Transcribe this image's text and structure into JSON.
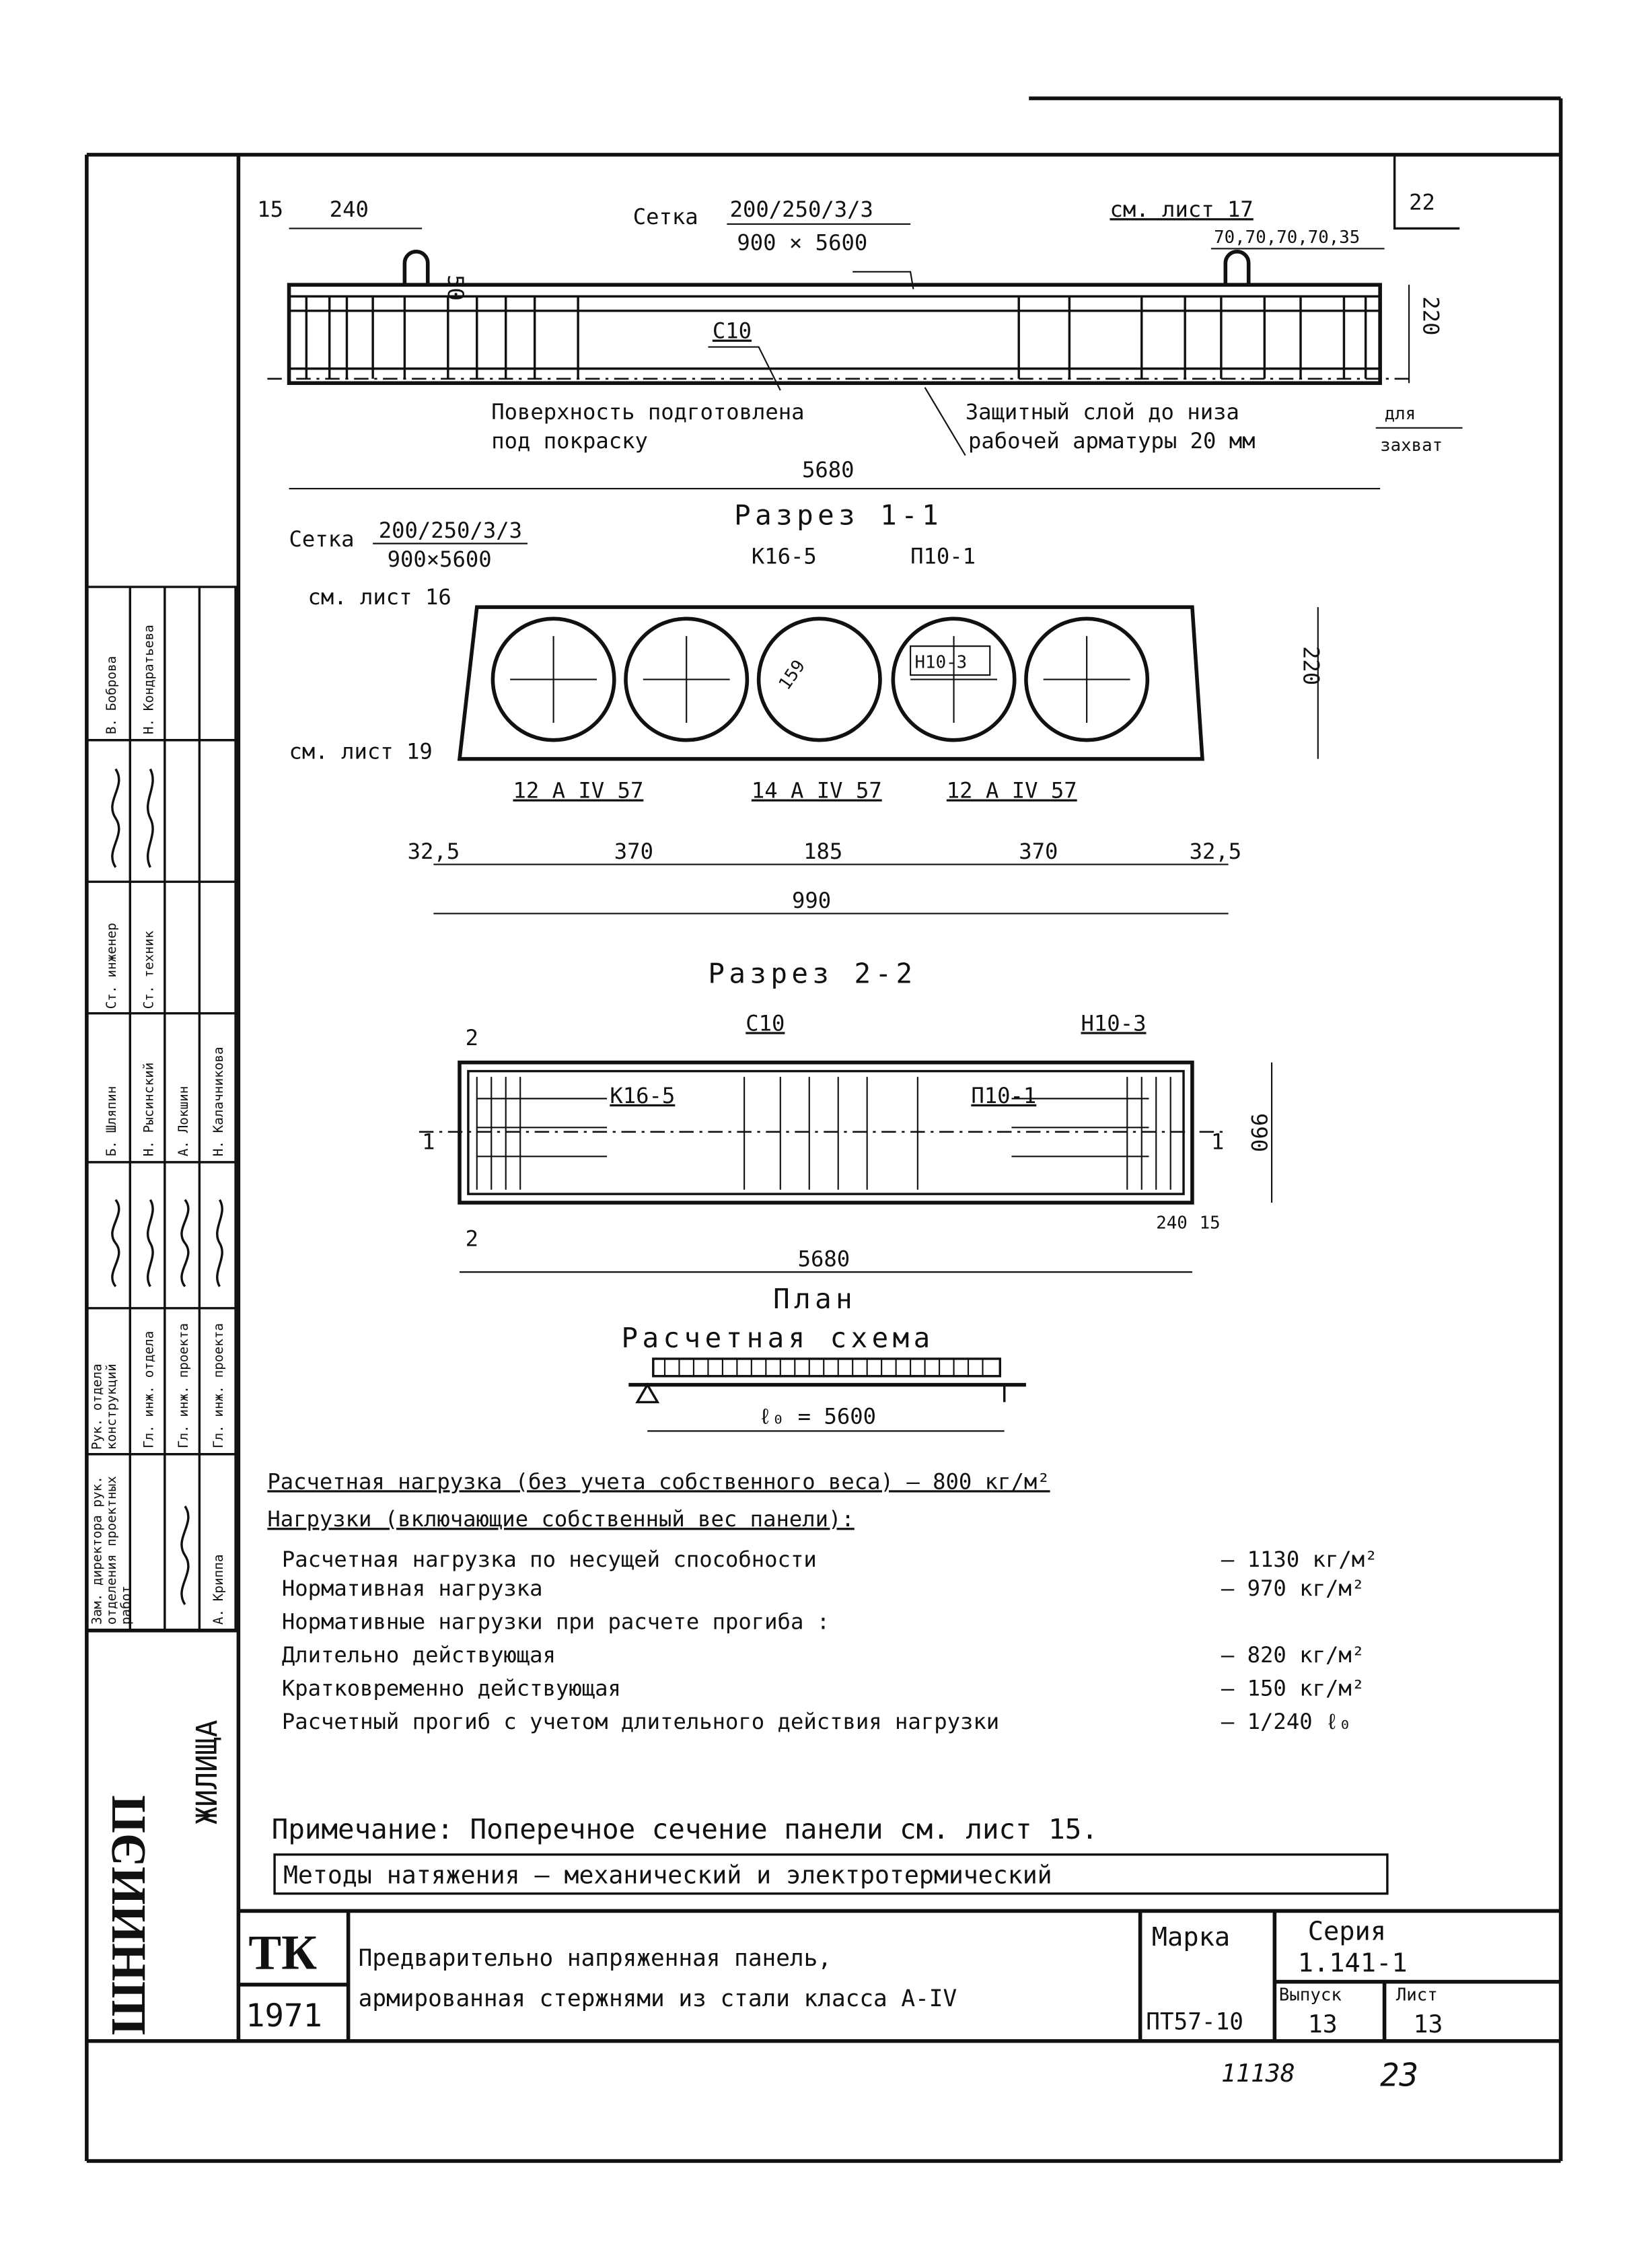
{
  "sheet_corner_number": "22",
  "elevation": {
    "dim_15": "15",
    "dim_240": "240",
    "mesh_label": "Сетка",
    "mesh_spec_top": "200/250/3/3",
    "mesh_spec_bottom": "900 × 5600",
    "see_sheet": "см. лист 17",
    "spacing": "70,70,70,70,35",
    "loop_height": "50",
    "height": "220",
    "rebar": "С10",
    "surface_note_1": "Поверхность подготовлена",
    "surface_note_2": "под покраску",
    "cover_note_1": "Защитный слой до низа",
    "cover_note_2": "рабочей арматуры 20 мм",
    "grip_1": "для",
    "grip_2": "захват",
    "length": "5680"
  },
  "section_1": {
    "title": "Разрез 1-1",
    "mesh_label": "Сетка",
    "mesh_spec_top": "200/250/3/3",
    "mesh_spec_bottom": "900×5600",
    "k_frame": "К16-5",
    "p_frame": "П10-1",
    "see_sheet_16": "см. лист 16",
    "see_sheet_19": "см. лист 19",
    "void_diameter": "159",
    "n_frame": "Н10-3",
    "bars_left": "12 А IV 57",
    "bars_mid": "14 А IV 57",
    "bars_right": "12 А IV 57",
    "height": "220",
    "dims": [
      "32,5",
      "370",
      "185",
      "370",
      "32,5"
    ],
    "width": "990"
  },
  "section_2": {
    "title": "Разрез 2-2",
    "c_rebar": "С10",
    "n_frame": "Н10-3",
    "k_frame": "К16-5",
    "p_frame": "П10-1",
    "cut_2": "2",
    "cut_1": "1",
    "width": "990",
    "length": "5680",
    "dim_240": "240",
    "dim_15": "15",
    "caption": "План"
  },
  "scheme": {
    "title": "Расчетная схема",
    "span": "ℓ₀ = 5600"
  },
  "loads": {
    "design_load": "Расчетная нагрузка (без учета собственного веса) — 800 кг/м²",
    "heading": "Нагрузки (включающие собственный вес панели):",
    "rows": [
      {
        "label": "Расчетная нагрузка по несущей способности",
        "value": "— 1130 кг/м²"
      },
      {
        "label": "Нормативная нагрузка",
        "value": "— 970 кг/м²"
      },
      {
        "label": "Нормативные нагрузки при расчете прогиба :",
        "value": ""
      },
      {
        "label": "Длительно действующая",
        "value": "— 820 кг/м²"
      },
      {
        "label": "Кратковременно действующая",
        "value": "— 150 кг/м²"
      },
      {
        "label": "Расчетный прогиб с учетом длительного действия нагрузки",
        "value": "— 1/240 ℓ₀"
      }
    ]
  },
  "note": "Примечание: Поперечное сечение панели см. лист 15.",
  "methods": "Методы натяжения — механический и электротермический",
  "title_block": {
    "org_mark": "ТК",
    "year": "1971",
    "title_line_1": "Предварительно напряженная панель,",
    "title_line_2": "армированная стержнями из стали класса А-IV",
    "marka_label": "Марка",
    "marka_value": "ПТ57-10",
    "series_label": "Серия",
    "series_value": "1.141-1",
    "issue_label": "Выпуск",
    "issue_value": "13",
    "sheet_label": "Лист",
    "sheet_value": "13"
  },
  "footer": {
    "archive_number": "11138",
    "page_number": "23"
  },
  "logo": {
    "text_main": "ШНИИЭП",
    "text_sub": "ЖИЛИЩА"
  },
  "stamp": {
    "col1": [
      "Зам. директора рук. отделения проектных работ",
      "Рук. отдела конструкций",
      "",
      "Б. Шляпин",
      "Ст. инженер",
      "",
      "В. Боброва"
    ],
    "col2": [
      "",
      "Гл. инж. отдела",
      "",
      "Н. Рысинский",
      "Ст. техник",
      "",
      "Н. Кондратьева"
    ],
    "col3": [
      "",
      "Гл. инж. проекта",
      "",
      "А. Локшин",
      "",
      "",
      ""
    ],
    "col4": [
      "А. Криппа",
      "Гл. инж. проекта",
      "",
      "Н. Калачникова",
      "",
      "",
      ""
    ]
  }
}
